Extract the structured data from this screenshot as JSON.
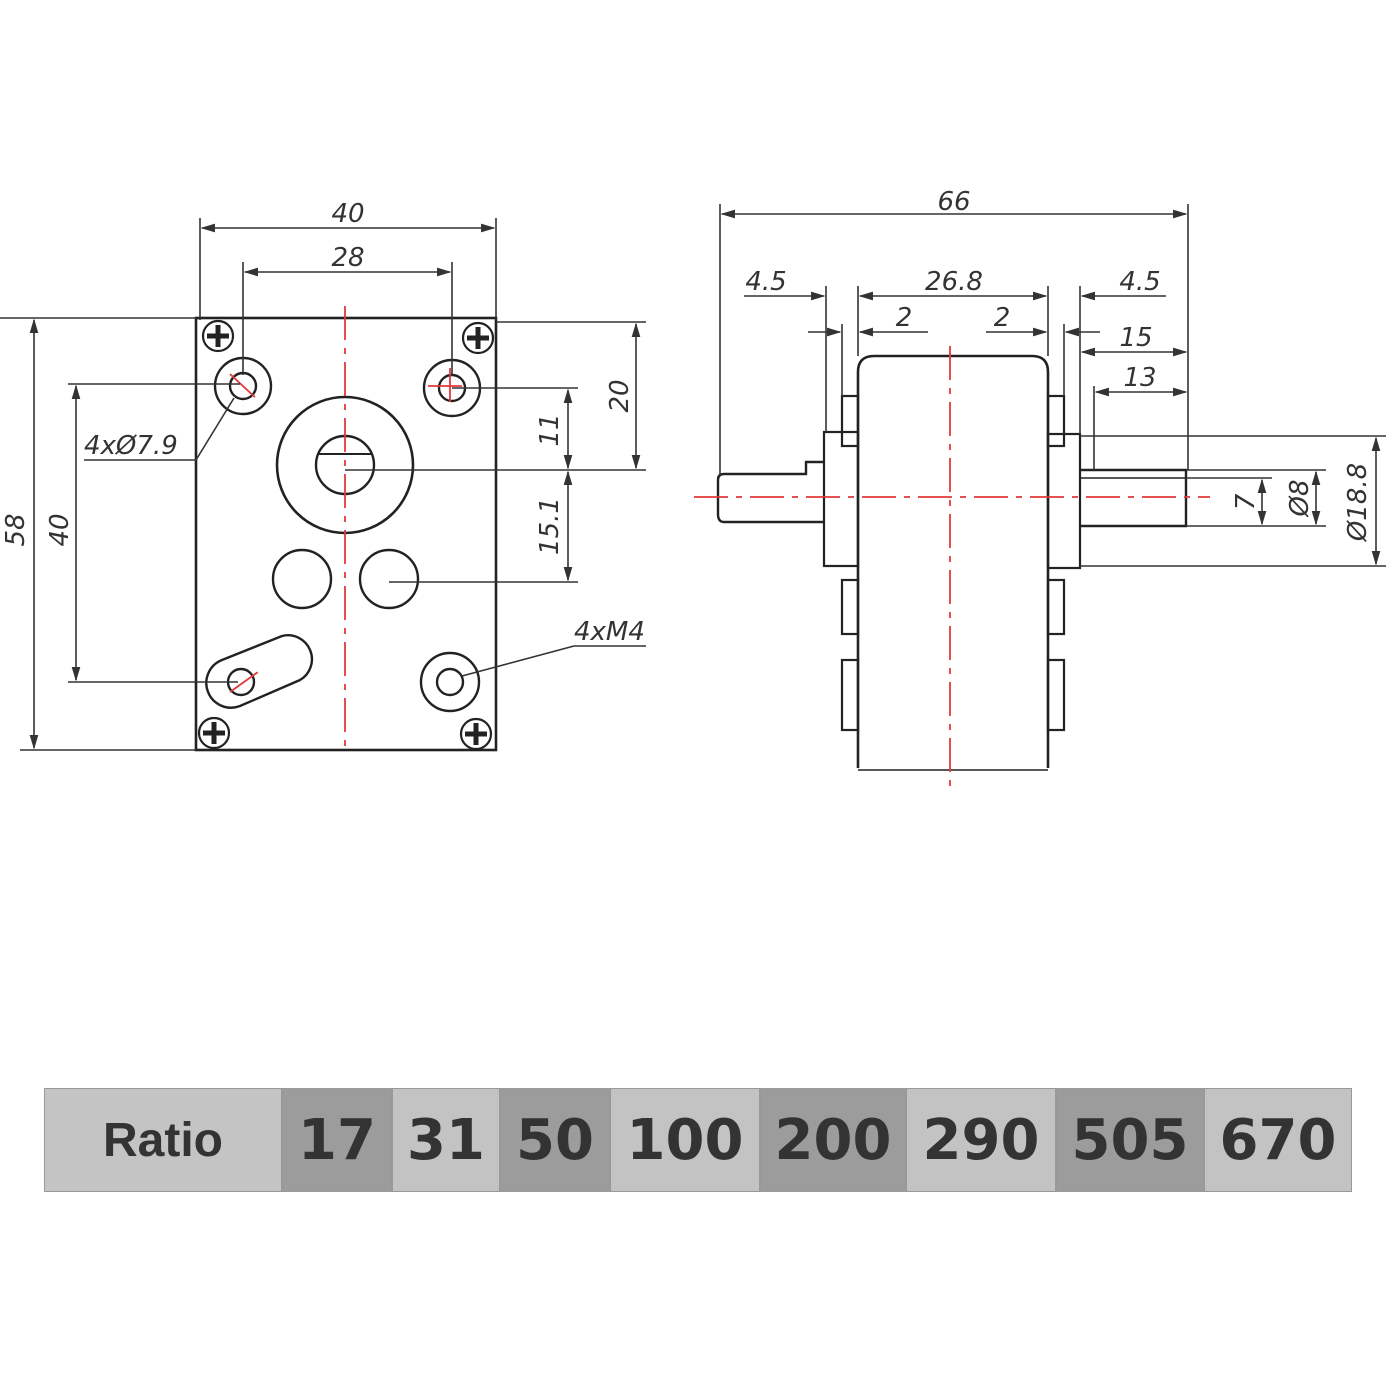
{
  "front_view": {
    "width": "40",
    "hole_spacing_x": "28",
    "height": "58",
    "hole_spacing_y": "40",
    "top_to_shaft": "20",
    "hole_to_shaft": "11",
    "shaft_to_lower": "15.1",
    "mount_holes": "4xØ7.9",
    "threaded_holes": "4xM4"
  },
  "side_view": {
    "overall_length": "66",
    "left_flange": "4.5",
    "body_depth": "26.8",
    "right_flange": "4.5",
    "left_step": "2",
    "right_step": "2",
    "shaft_length": "15",
    "flat_length": "13",
    "flat_height": "7",
    "shaft_diameter": "Ø8",
    "boss_diameter": "Ø18.8"
  },
  "ratio_table": {
    "label": "Ratio",
    "values": [
      "17",
      "31",
      "50",
      "100",
      "200",
      "290",
      "505",
      "670"
    ],
    "colors": [
      "#9c9c9c",
      "#c3c3c3",
      "#9c9c9c",
      "#c3c3c3",
      "#9c9c9c",
      "#c3c3c3",
      "#9c9c9c",
      "#c3c3c3"
    ],
    "header_color": "#c4c4c4"
  }
}
